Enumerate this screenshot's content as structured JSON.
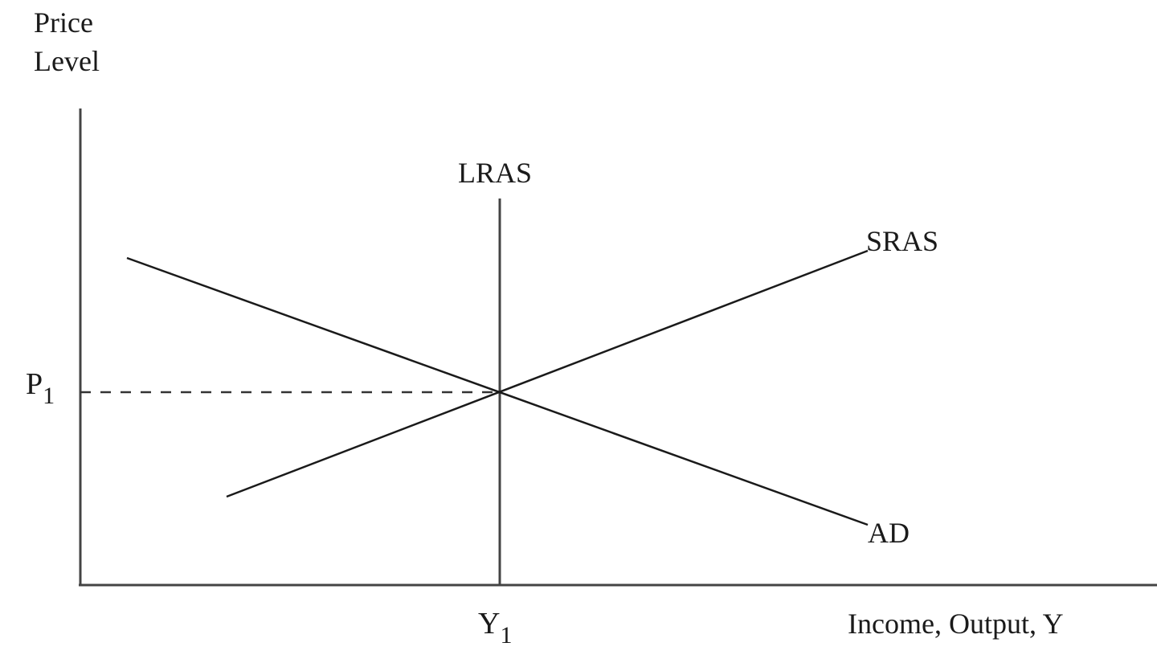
{
  "diagram": {
    "type": "AD-AS model",
    "y_axis_label_line1": "Price",
    "y_axis_label_line2": "Level",
    "x_axis_label": "Income, Output, Y",
    "p1_label": "P",
    "p1_sub": "1",
    "y1_label": "Y",
    "y1_sub": "1",
    "lras_label": "LRAS",
    "sras_label": "SRAS",
    "ad_label": "AD",
    "line_color": "#1a1a1a",
    "axis_color": "#444444"
  },
  "chart_data": {
    "type": "line",
    "title": "",
    "xlabel": "Income, Output, Y",
    "ylabel": "Price Level",
    "series": [
      {
        "name": "LRAS",
        "points": [
          [
            1,
            0
          ],
          [
            1,
            1.4
          ]
        ],
        "note": "vertical at Y1"
      },
      {
        "name": "SRAS",
        "points": [
          [
            0.35,
            0.3
          ],
          [
            1.0,
            1.0
          ],
          [
            1.87,
            1.91
          ]
        ],
        "note": "upward sloping"
      },
      {
        "name": "AD",
        "points": [
          [
            0.12,
            1.84
          ],
          [
            1.0,
            1.0
          ],
          [
            1.87,
            0.2
          ]
        ],
        "note": "downward sloping"
      }
    ],
    "equilibrium": {
      "x_label": "Y1",
      "y_label": "P1",
      "x": 1.0,
      "y": 1.0
    },
    "annotations": [
      "P1 dashed guideline to equilibrium",
      "Y1 tick under LRAS"
    ],
    "grid": false,
    "legend": "none (curves labeled directly)"
  }
}
